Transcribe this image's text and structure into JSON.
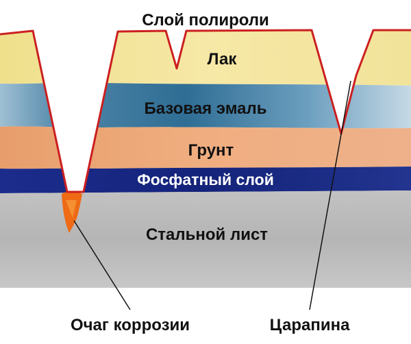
{
  "diagram": {
    "layers": [
      {
        "key": "polish",
        "label": "Слой полироли",
        "color": "#cc1f1f"
      },
      {
        "key": "lacquer",
        "label": "Лак",
        "color": "#f3e39a"
      },
      {
        "key": "base_enamel",
        "label": "Базовая эмаль",
        "color": "#5f93b3"
      },
      {
        "key": "primer",
        "label": "Грунт",
        "color": "#eda978"
      },
      {
        "key": "phosphate",
        "label": "Фосфатный слой",
        "color": "#1a2a86"
      },
      {
        "key": "steel_sheet",
        "label": "Стальной лист",
        "color": "#b3b3b3"
      }
    ],
    "callouts": {
      "corrosion": "Очаг коррозии",
      "scratch": "Царапина"
    },
    "colors": {
      "corrosion": "#ee6a14",
      "outline": "#cc1f1f"
    }
  }
}
